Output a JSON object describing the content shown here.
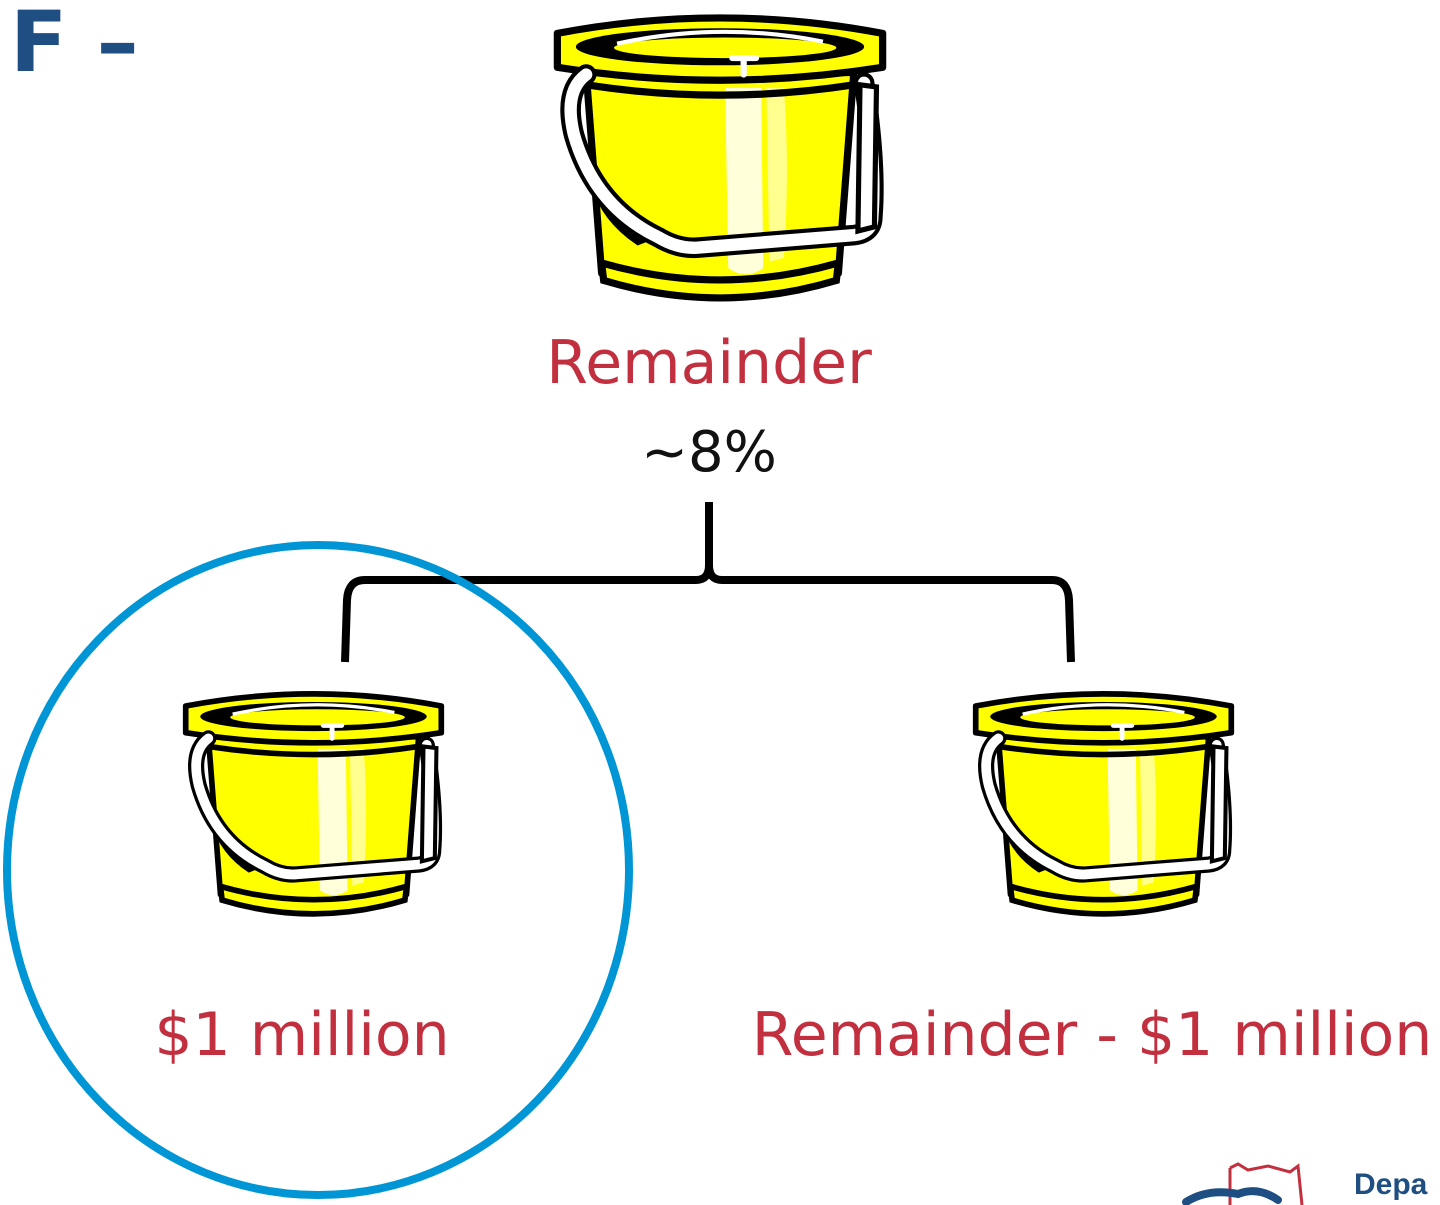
{
  "slide": {
    "title": "F –"
  },
  "top_bucket": {
    "label": "Remainder",
    "share": "~8%",
    "icon": "bucket-icon"
  },
  "left_bucket": {
    "label": "$1 million",
    "icon": "bucket-icon",
    "highlighted": true
  },
  "right_bucket": {
    "label": "Remainder - $1 million",
    "icon": "bucket-icon"
  },
  "footer": {
    "logo_text": "Depa",
    "icon": "ohio-state-logo-icon"
  },
  "colors": {
    "title": "#1f4e82",
    "label": "#c2303f",
    "bucket_fill": "#ffff00",
    "highlight_circle": "#0096d6",
    "connector": "#000000"
  }
}
